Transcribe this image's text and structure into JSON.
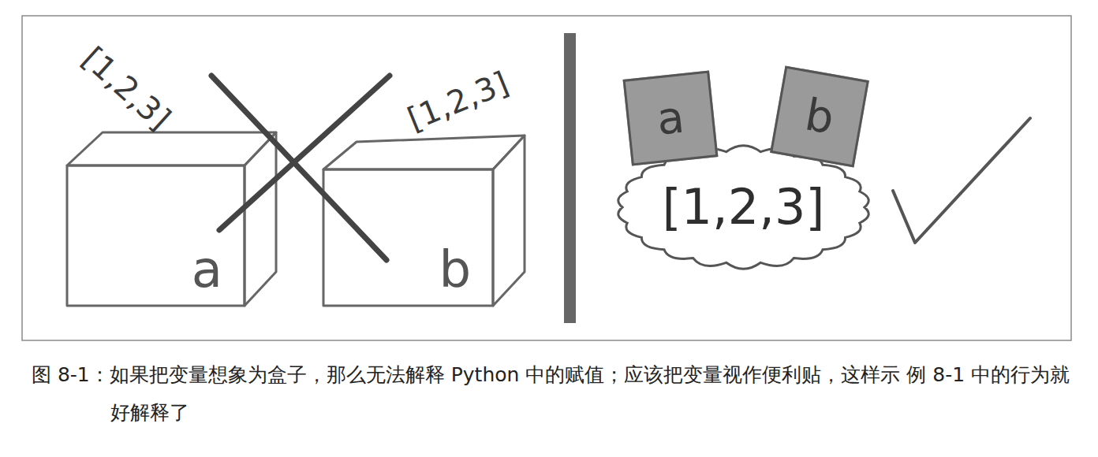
{
  "diagram": {
    "caption": "图 8-1：如果把变量想象为盒子，那么无法解释 Python 中的赋值；应该把变量视作便利贴，这样示 例 8-1 中的行为就好解释了",
    "nodes": [
      {
        "text": [
          "a"
        ]
      },
      {
        "text": [
          "b"
        ]
      },
      {
        "text": [
          "a"
        ]
      },
      {
        "text": [
          "b"
        ]
      },
      {
        "text": [
          "[1,2,3]"
        ]
      }
    ],
    "labels": [
      "[1,2,3]",
      "[1,2,3]"
    ]
  }
}
